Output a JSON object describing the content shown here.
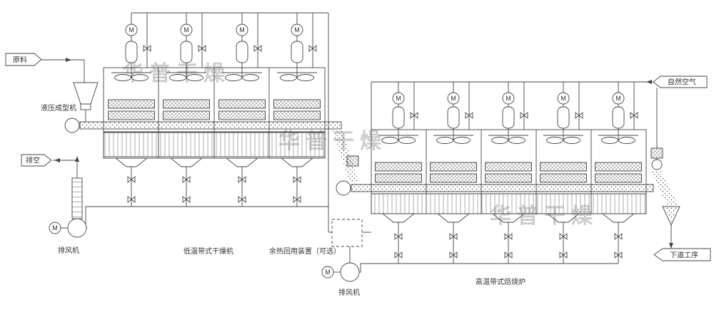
{
  "watermark": {
    "text": "华普干燥"
  },
  "flags": {
    "raw_material": "原料",
    "vent": "排空",
    "natural_air": "自然空气",
    "next_process": "下道工序"
  },
  "equipment": {
    "motor": "M",
    "hydraulic_former": "液压成型机",
    "exhaust_fan_left": "排风机",
    "low_temp_dryer": "低温带式干燥机",
    "heat_recovery": "余热回用装置（可选）",
    "exhaust_fan_right": "排风机",
    "high_temp_furnace": "高温带式焙烧炉"
  }
}
